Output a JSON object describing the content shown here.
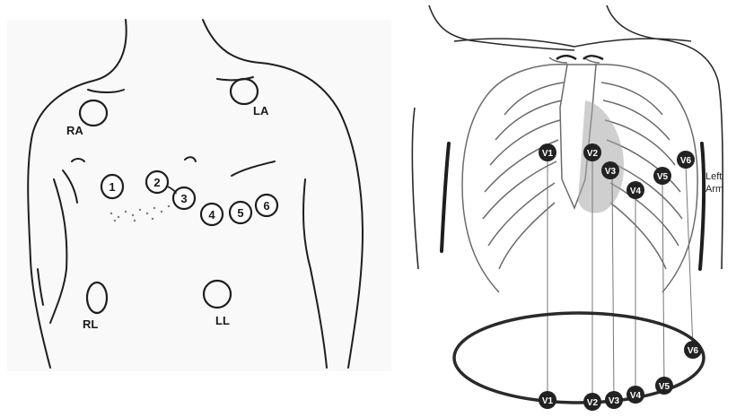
{
  "left_diagram": {
    "limb_leads": [
      {
        "id": "ra",
        "label": "RA"
      },
      {
        "id": "la",
        "label": "LA"
      },
      {
        "id": "rl",
        "label": "RL"
      },
      {
        "id": "ll",
        "label": "LL"
      }
    ],
    "chest_leads": [
      "1",
      "2",
      "3",
      "4",
      "5",
      "6"
    ]
  },
  "right_diagram": {
    "chest_leads": [
      "V1",
      "V2",
      "V3",
      "V4",
      "V5",
      "V6"
    ],
    "ring_leads": [
      "V1",
      "V2",
      "V3",
      "V4",
      "V5",
      "V6"
    ],
    "arm_label_line1": "Left",
    "arm_label_line2": "Arm",
    "colors": {
      "electrode": "#222222",
      "outline": "#222222",
      "rib": "#6b6b6b",
      "heart_shade": "#9a9a9a"
    }
  }
}
